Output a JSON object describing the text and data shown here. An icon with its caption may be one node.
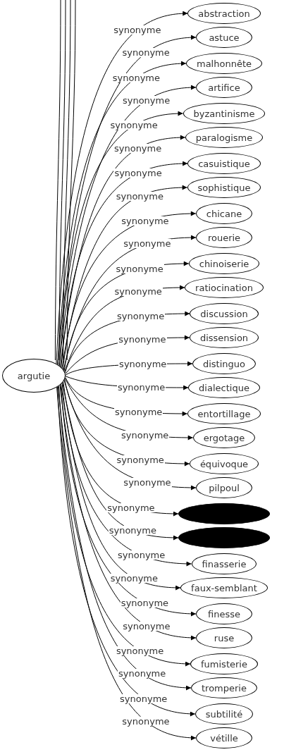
{
  "diagram": {
    "nodes": [
      {
        "text": [
          "argutie"
        ]
      },
      {
        "text": [
          "abstraction"
        ]
      },
      {
        "text": [
          "astuce"
        ]
      },
      {
        "text": [
          "malhonnête"
        ]
      },
      {
        "text": [
          "artifice"
        ]
      },
      {
        "text": [
          "byzantinisme"
        ]
      },
      {
        "text": [
          "paralogisme"
        ]
      },
      {
        "text": [
          "casuistique"
        ]
      },
      {
        "text": [
          "sophistique"
        ]
      },
      {
        "text": [
          "chicane"
        ]
      },
      {
        "text": [
          "rouerie"
        ]
      },
      {
        "text": [
          "chinoiserie"
        ]
      },
      {
        "text": [
          "ratiocination"
        ]
      },
      {
        "text": [
          "discussion"
        ]
      },
      {
        "text": [
          "dissension"
        ]
      },
      {
        "text": [
          "distinguo"
        ]
      },
      {
        "text": [
          "dialectique"
        ]
      },
      {
        "text": [
          "entortillage"
        ]
      },
      {
        "text": [
          "ergotage"
        ]
      },
      {
        "text": [
          "équivoque"
        ]
      },
      {
        "text": [
          "pilpoul"
        ]
      },
      {
        "text": [],
        "shape": "ellipse"
      },
      {
        "text": [],
        "shape": "ellipse"
      },
      {
        "text": [
          "finasserie"
        ]
      },
      {
        "text": [
          "faux-semblant"
        ]
      },
      {
        "text": [
          "finesse"
        ]
      },
      {
        "text": [
          "ruse"
        ]
      },
      {
        "text": [
          "fumisterie"
        ]
      },
      {
        "text": [
          "tromperie"
        ]
      },
      {
        "text": [
          "subtilité"
        ]
      },
      {
        "text": [
          "vétille"
        ]
      }
    ],
    "edges": [
      {
        "from": 0,
        "to": 1,
        "arrow": "to",
        "label": "synonyme"
      },
      {
        "from": 0,
        "to": 2,
        "arrow": "to",
        "label": "synonyme"
      },
      {
        "from": 0,
        "to": 3,
        "arrow": "to",
        "label": "synonyme"
      },
      {
        "from": 0,
        "to": 4,
        "arrow": "to",
        "label": "synonyme"
      },
      {
        "from": 0,
        "to": 5,
        "arrow": "to",
        "label": "synonyme"
      },
      {
        "from": 0,
        "to": 6,
        "arrow": "to",
        "label": "synonyme"
      },
      {
        "from": 0,
        "to": 7,
        "arrow": "to",
        "label": "synonyme"
      },
      {
        "from": 0,
        "to": 8,
        "arrow": "to",
        "label": "synonyme"
      },
      {
        "from": 0,
        "to": 9,
        "arrow": "to",
        "label": "synonyme"
      },
      {
        "from": 0,
        "to": 10,
        "arrow": "to",
        "label": "synonyme"
      },
      {
        "from": 0,
        "to": 11,
        "arrow": "to",
        "label": "synonyme"
      },
      {
        "from": 0,
        "to": 12,
        "arrow": "to",
        "label": "synonyme"
      },
      {
        "from": 0,
        "to": 13,
        "arrow": "to",
        "label": "synonyme"
      },
      {
        "from": 0,
        "to": 14,
        "arrow": "to",
        "label": "synonyme"
      },
      {
        "from": 0,
        "to": 15,
        "arrow": "to",
        "label": "synonyme"
      },
      {
        "from": 0,
        "to": 16,
        "arrow": "to",
        "label": "synonyme"
      },
      {
        "from": 0,
        "to": 17,
        "arrow": "to",
        "label": "synonyme"
      },
      {
        "from": 0,
        "to": 18,
        "arrow": "to",
        "label": "synonyme"
      },
      {
        "from": 0,
        "to": 19,
        "arrow": "to",
        "label": "synonyme"
      },
      {
        "from": 0,
        "to": 20,
        "arrow": "to",
        "label": "synonyme"
      },
      {
        "from": 0,
        "to": 21,
        "arrow": "to",
        "label": "synonyme"
      },
      {
        "from": 0,
        "to": 22,
        "arrow": "to",
        "label": "synonyme"
      },
      {
        "from": 0,
        "to": 23,
        "arrow": "to",
        "label": "synonyme"
      },
      {
        "from": 0,
        "to": 24,
        "arrow": "to",
        "label": "synonyme"
      },
      {
        "from": 0,
        "to": 25,
        "arrow": "to",
        "label": "synonyme"
      },
      {
        "from": 0,
        "to": 26,
        "arrow": "to",
        "label": "synonyme"
      },
      {
        "from": 0,
        "to": 27,
        "arrow": "to",
        "label": "synonyme"
      },
      {
        "from": 0,
        "to": 28,
        "arrow": "to",
        "label": "synonyme"
      },
      {
        "from": 0,
        "to": 29,
        "arrow": "to",
        "label": "synonyme"
      },
      {
        "from": 0,
        "to": 30,
        "arrow": "to",
        "label": "synonyme"
      },
      {
        "from": 0,
        "to": null,
        "arrow": "none"
      },
      {
        "from": 0,
        "to": null,
        "arrow": "none"
      },
      {
        "from": 0,
        "to": null,
        "arrow": "none"
      },
      {
        "from": 0,
        "to": null,
        "arrow": "none"
      }
    ]
  }
}
